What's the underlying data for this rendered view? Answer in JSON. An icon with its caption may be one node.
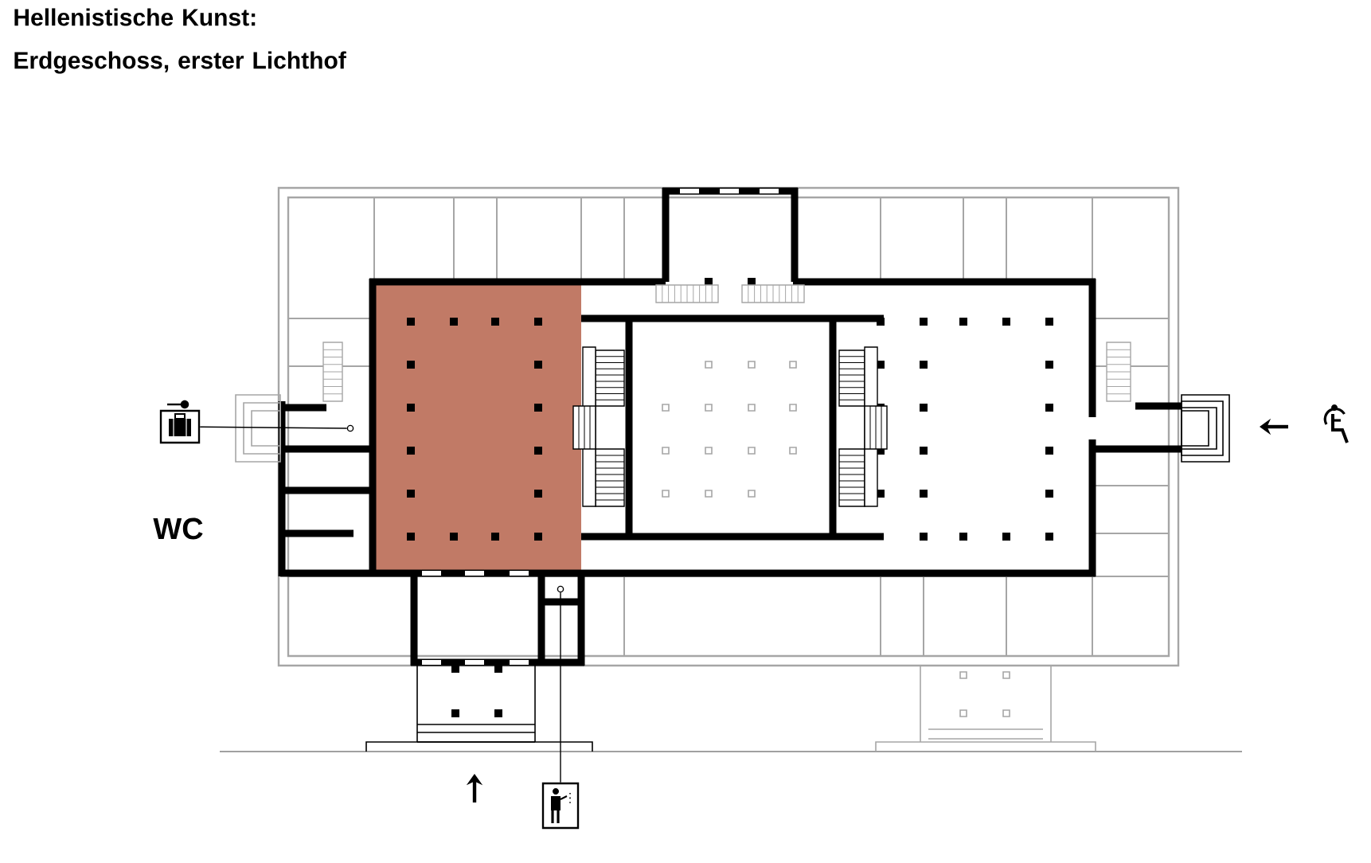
{
  "diagram": {
    "title": "Hellenistische Kunst: Erdgeschoss, erster Lichthof",
    "nodes": [
      {
        "text": [],
        "shape": "picture"
      },
      {
        "text": [],
        "shape": "picture"
      },
      {
        "text": [],
        "shape": "circle"
      },
      {
        "text": [],
        "shape": "circle"
      }
    ],
    "edges": [
      {
        "from": 0,
        "to": 2,
        "arrow": "none"
      },
      {
        "from": 1,
        "to": 3,
        "arrow": "none"
      }
    ],
    "labels": [
      "WC"
    ]
  }
}
